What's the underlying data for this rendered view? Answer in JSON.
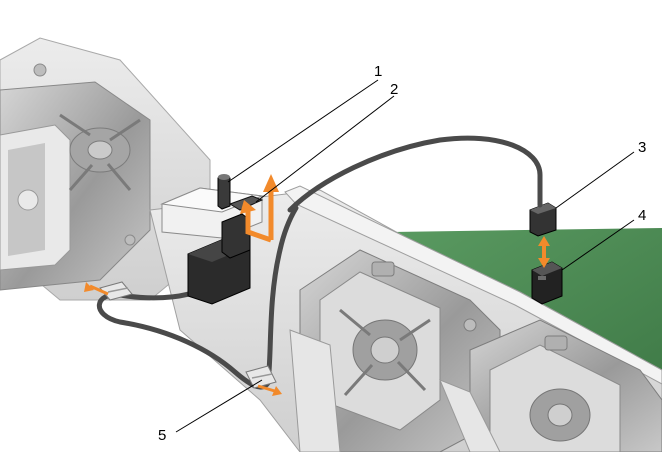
{
  "callouts": [
    {
      "id": "1",
      "label": "1"
    },
    {
      "id": "2",
      "label": "2"
    },
    {
      "id": "3",
      "label": "3"
    },
    {
      "id": "4",
      "label": "4"
    },
    {
      "id": "5",
      "label": "5"
    }
  ],
  "colors": {
    "chassis": "#e3e3e3",
    "chassis_dark": "#b9b9b9",
    "fan_shade": "#8e8e8e",
    "board": "#4d8a55",
    "cable": "#4a4a4a",
    "switch_body": "#2b2b2b",
    "arrow": "#f28a2b"
  }
}
